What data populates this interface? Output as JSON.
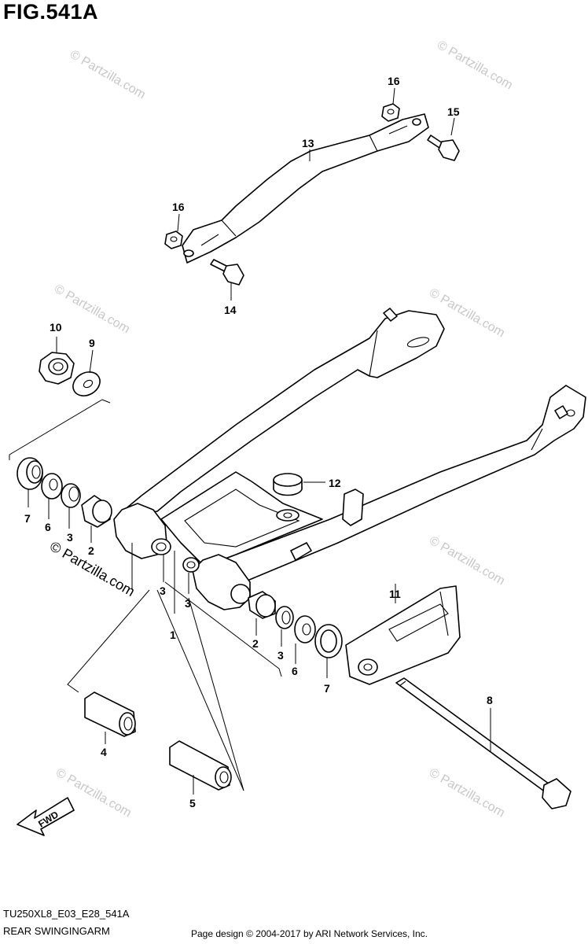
{
  "figure": {
    "title": "FIG.541A",
    "code": "TU250XL8_E03_E28_541A",
    "name": "REAR SWINGINGARM",
    "credit": "Page design © 2004-2017 by ARI Network Services, Inc."
  },
  "fwd_label": "FWD",
  "watermark": "© Partzilla.com",
  "watermark_dark": "© Partzilla.com",
  "callouts": {
    "c1": "1",
    "c2a": "2",
    "c2b": "2",
    "c3a": "3",
    "c3b": "3",
    "c3c": "3",
    "c3d": "3",
    "c4": "4",
    "c5": "5",
    "c6a": "6",
    "c6b": "6",
    "c7a": "7",
    "c7b": "7",
    "c8": "8",
    "c9": "9",
    "c10": "10",
    "c11": "11",
    "c12": "12",
    "c13": "13",
    "c14": "14",
    "c15": "15",
    "c16a": "16",
    "c16b": "16"
  }
}
